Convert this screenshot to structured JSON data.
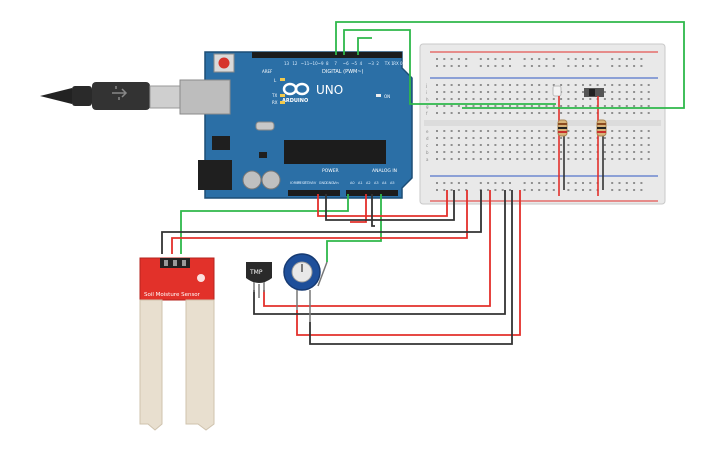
{
  "arduino": {
    "brand": "ARDUINO",
    "model": "UNO",
    "digital_header": "DIGITAL (PWM~)",
    "power_header": "POWER",
    "analog_header": "ANALOG IN",
    "tx_label": "TX",
    "rx_label": "RX",
    "l_label": "L",
    "on_label": "ON",
    "aref_label": "AREF",
    "gnd_label": "GND",
    "digital_pins": [
      "13",
      "12",
      "~11",
      "~10",
      "~9",
      "8",
      "7",
      "~6",
      "~5",
      "4",
      "~3",
      "2",
      "TX 1",
      "RX 0"
    ],
    "power_pins": [
      "IOREF",
      "RESET",
      "3.3V",
      "5V",
      "GND",
      "GND",
      "Vin"
    ],
    "analog_pins": [
      "A0",
      "A1",
      "A2",
      "A3",
      "A4",
      "A5"
    ]
  },
  "breadboard": {
    "row_letters_top": [
      "j",
      "i",
      "h",
      "g",
      "f"
    ],
    "row_letters_bottom": [
      "e",
      "d",
      "c",
      "b",
      "a"
    ]
  },
  "sensor": {
    "label": "Soil Moisture Sensor"
  },
  "tmp": {
    "label": "TMP"
  },
  "colors": {
    "board_blue": "#2b6fa6",
    "wire_green": "#2eb84a",
    "wire_red": "#e3302b",
    "wire_black": "#333333",
    "sensor_red": "#e2312a",
    "pot_blue": "#1e4f9a"
  }
}
